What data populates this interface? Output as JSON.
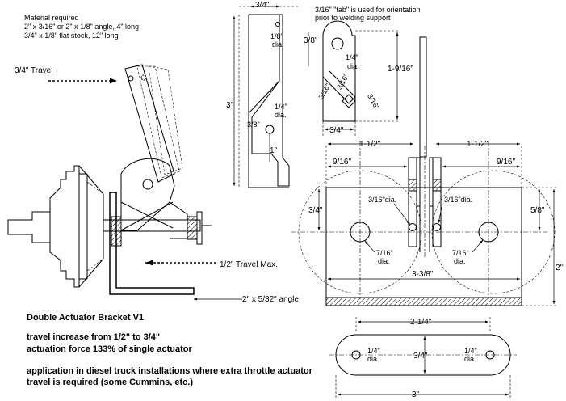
{
  "notes": {
    "material_title": "Material required",
    "material_line1": "2\" x 3/16\" or 2\" x 1/8\" angle, 4\" long",
    "material_line2": "3/4\" x 1/8\" flat stock, 12\" long",
    "tab_note_line1": "3/16\" \"tab\" is used for orientation",
    "tab_note_line2": "prior to welding  support",
    "title": "Double Actuator Bracket V1",
    "desc1": "travel increase from 1/2\" to 3/4\"",
    "desc2": "actuation force 133% of single actuator",
    "desc3": "application in diesel truck installations where extra throttle actuator",
    "desc4": "travel is required (some Cummins, etc.)"
  },
  "assembly_view": {
    "travel_top": "3/4\" Travel",
    "travel_bottom": "1/2\" Travel Max.",
    "angle_label": "2\" x 5/32\" angle"
  },
  "arm_view": {
    "width": "3/4\"",
    "height": "3\"",
    "hole_top": "1/8\"",
    "hole_top_sub": "dia.",
    "hole_bot": "1/4\"",
    "hole_bot_sub": "dia.",
    "offset": "3/8\"",
    "bottom_offset": "1\""
  },
  "tab_view": {
    "top_offset": "3/8\"",
    "hole": "1/4\"",
    "hole_sub": "dia.",
    "height": "1-9/16\"",
    "diag1": "3/16\"",
    "diag2": "3/16\"",
    "diag3": "3/16\"",
    "width": "3/4\""
  },
  "plate_view": {
    "span_left": "1-1/2\"",
    "span_right": "1-1/2\"",
    "small_left": "9/16\"",
    "small_right": "9/16\"",
    "left_height": "3/4\"",
    "right_height": "5/8\"",
    "hole_left": "3/16\"dia.",
    "hole_right": "3/16\"dia.",
    "big_hole_left": "7/16\"",
    "big_hole_left_sub": "dia.",
    "big_hole_right": "7/16\"",
    "big_hole_right_sub": "dia.",
    "width": "3-3/8\"",
    "height": "2\""
  },
  "link_view": {
    "center_span": "2-1/4\"",
    "hole_left": "1/4\"",
    "hole_left_sub": "dia.",
    "hole_right": "1/4\"",
    "hole_right_sub": "dia.",
    "height": "3/4\"",
    "length": "3\""
  }
}
